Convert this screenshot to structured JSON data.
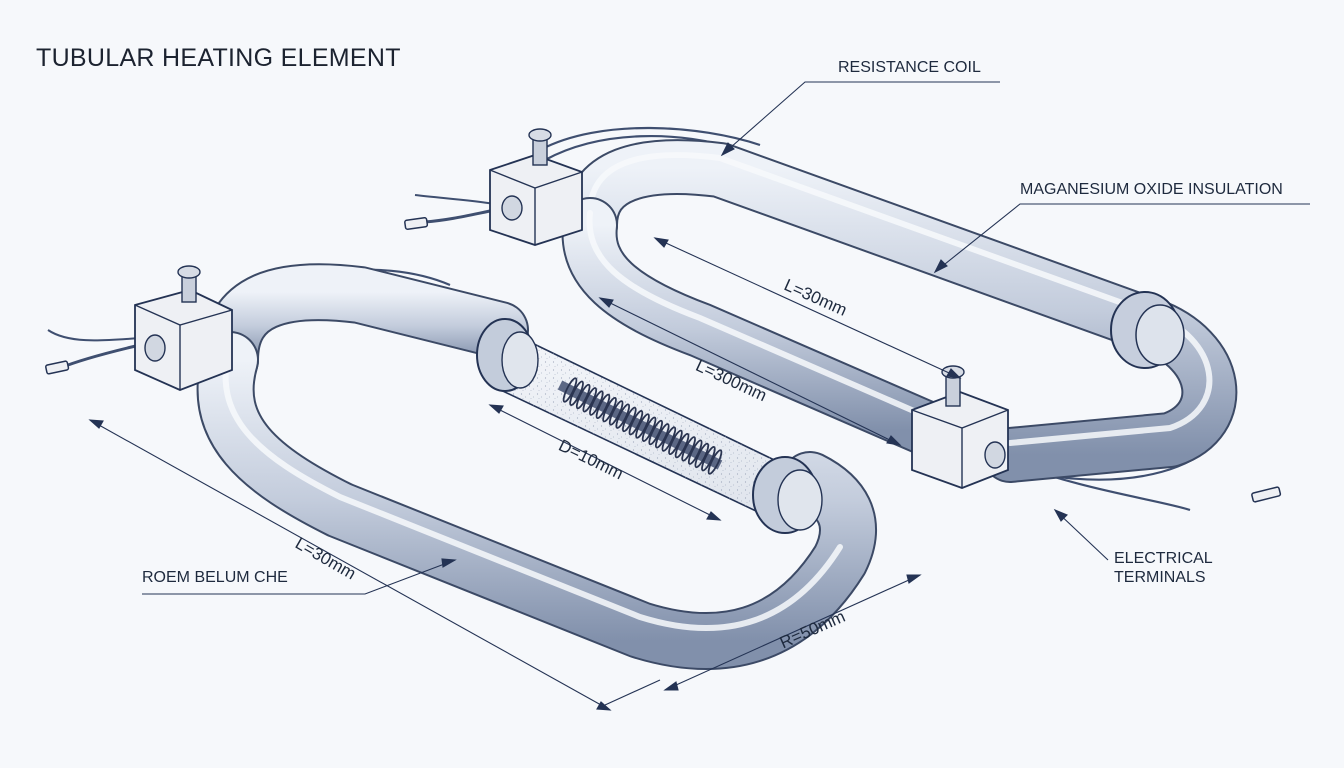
{
  "title": "TUBULAR HEATING ELEMENT",
  "callouts": {
    "resistance_coil": "RESISTANCE COIL",
    "insulation": "MAGANESIUM OXIDE INSULATION",
    "terminals_line1": "ELECTRICAL",
    "terminals_line2": "TERMINALS",
    "sheath": "ROEM BELUM CHE"
  },
  "dimensions": {
    "right_inner_length": "L=30mm",
    "right_outer_length": "L=300mm",
    "diameter": "D=10mm",
    "left_length": "L=30mm",
    "bend_radius": "R=50mm"
  },
  "colors": {
    "tube_dark": "#6f7f9c",
    "tube_light": "#e4e9f2",
    "line": "#243354",
    "terminal_block": "#eef0f4"
  }
}
